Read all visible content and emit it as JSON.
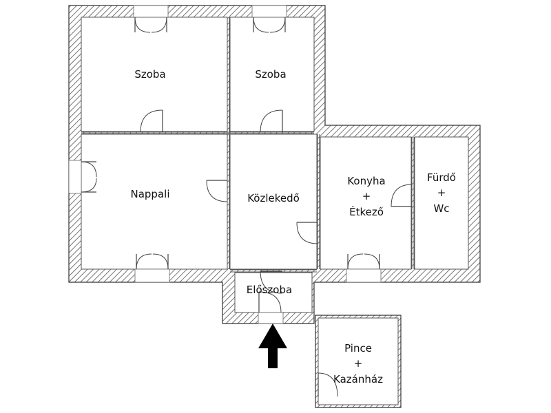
{
  "rooms": {
    "szoba1": "Szoba",
    "szoba2": "Szoba",
    "nappali": "Nappali",
    "kozlekedo": "Közlekedő",
    "konyha_line1": "Konyha",
    "konyha_line2": "+",
    "konyha_line3": "Étkező",
    "furdo_line1": "Fürdő",
    "furdo_line2": "+",
    "furdo_line3": "Wc",
    "eloszoba": "Előszoba",
    "pince_line1": "Pince",
    "pince_line2": "+",
    "pince_line3": "Kazánház"
  },
  "icons": {
    "entrance": "arrow-up-icon"
  },
  "colors": {
    "wall_hatch": "#555555",
    "background": "#ffffff",
    "arrow": "#000000"
  }
}
